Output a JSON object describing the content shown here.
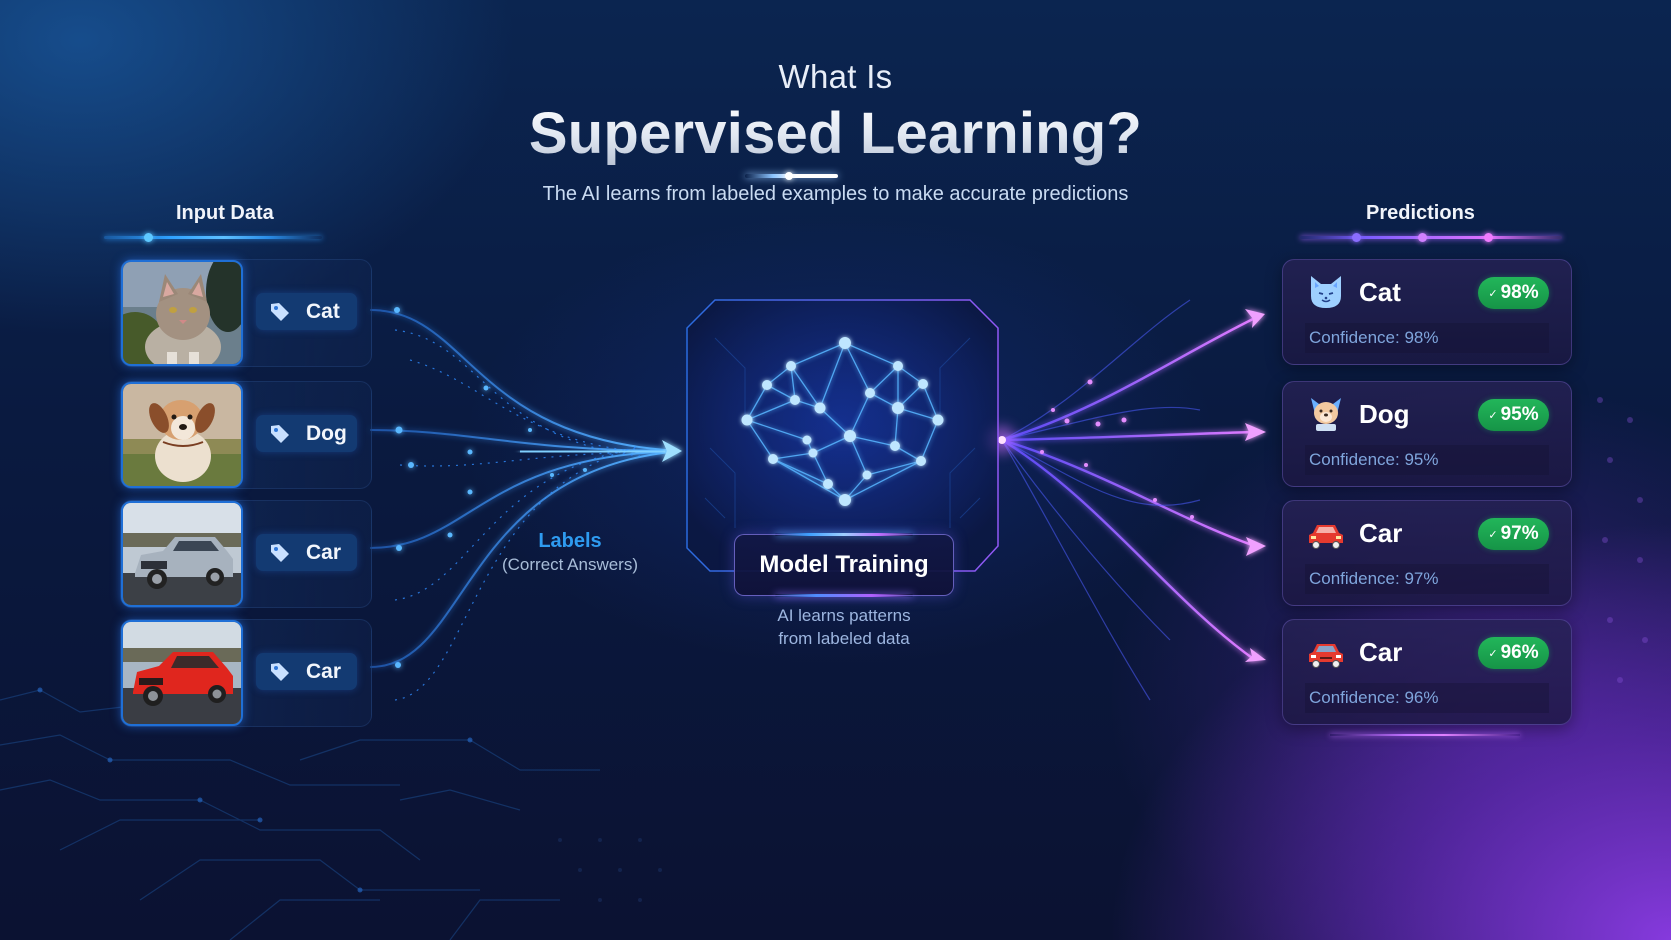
{
  "header": {
    "title_small": "What Is",
    "title_big": "Supervised Learning?",
    "subtitle": "The AI learns from labeled examples to make accurate predictions"
  },
  "input_section": {
    "heading": "Input Data",
    "items": [
      {
        "image": "cat-photo",
        "label": "Cat",
        "icon": "tag-icon"
      },
      {
        "image": "dog-photo",
        "label": "Dog",
        "icon": "tag-icon"
      },
      {
        "image": "silver-car-photo",
        "label": "Car",
        "icon": "tag-icon"
      },
      {
        "image": "red-car-photo",
        "label": "Car",
        "icon": "tag-icon"
      }
    ]
  },
  "labels_note": {
    "title": "Labels",
    "subtitle": "(Correct Answers)"
  },
  "model": {
    "icon": "neural-network-brain-icon",
    "label": "Model Training",
    "caption_line1": "AI learns patterns",
    "caption_line2": "from labeled data"
  },
  "predictions_section": {
    "heading": "Predictions",
    "items": [
      {
        "icon": "cat-face-icon",
        "label": "Cat",
        "badge": "98%",
        "confidence": "Confidence: 98%"
      },
      {
        "icon": "dog-face-icon",
        "label": "Dog",
        "badge": "95%",
        "confidence": "Confidence: 95%"
      },
      {
        "icon": "car-icon",
        "label": "Car",
        "badge": "97%",
        "confidence": "Confidence: 97%"
      },
      {
        "icon": "car-icon",
        "label": "Car",
        "badge": "96%",
        "confidence": "Confidence: 96%"
      }
    ]
  },
  "colors": {
    "input_accent": "#2e9bf0",
    "output_accent": "#c070ff",
    "badge_green": "#1aa650",
    "confidence_text": "#7fa5dc",
    "background_top": "#0b2550",
    "background_corner_purple": "#8c3ce6"
  }
}
